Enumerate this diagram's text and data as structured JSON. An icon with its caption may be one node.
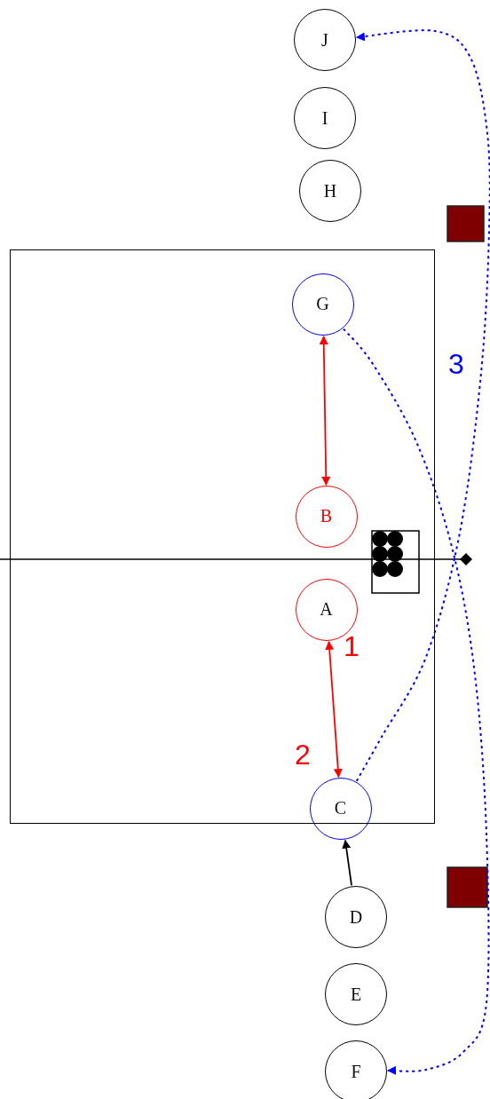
{
  "diagram": {
    "nodes": [
      {
        "text": [
          "J"
        ]
      },
      {
        "text": [
          "I"
        ]
      },
      {
        "text": [
          "H"
        ]
      },
      {
        "text": [],
        "shape": "box"
      },
      {
        "text": [
          "G"
        ],
        "in": 3
      },
      {
        "text": [
          "B"
        ],
        "in": 3
      },
      {
        "text": [
          "A"
        ],
        "in": 3
      },
      {
        "text": [
          "C"
        ],
        "in": 3
      },
      {
        "text": [
          "D"
        ]
      },
      {
        "text": [
          "E"
        ]
      },
      {
        "text": [
          "F"
        ]
      }
    ],
    "edges": [
      {
        "from": 4,
        "to": 5,
        "arrow": "both",
        "color": "#ff0000"
      },
      {
        "from": 6,
        "to": 7,
        "arrow": "both",
        "color": "#ff0000"
      },
      {
        "from": 8,
        "to": 7,
        "arrow": "to",
        "color": "#000000"
      },
      {
        "from": 7,
        "to": 0,
        "arrow": "to",
        "style": "dashed",
        "color": "#0000ff"
      },
      {
        "from": 4,
        "to": 10,
        "arrow": "to",
        "style": "dashed",
        "color": "#0000ff"
      }
    ],
    "labels": [
      "3",
      "1",
      "2"
    ]
  }
}
